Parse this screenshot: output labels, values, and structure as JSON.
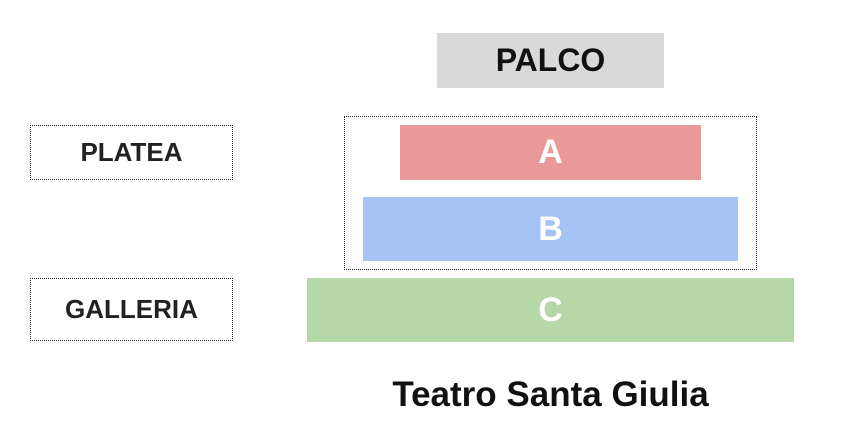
{
  "stage": {
    "label": "PALCO",
    "color": "#d9d9d9"
  },
  "levels": {
    "platea": "PLATEA",
    "galleria": "GALLERIA"
  },
  "sectors": [
    {
      "label": "A",
      "color": "#ea9999"
    },
    {
      "label": "B",
      "color": "#a4c2f4"
    },
    {
      "label": "C",
      "color": "#b6d7a8"
    }
  ],
  "venue_name": "Teatro Santa Giulia"
}
